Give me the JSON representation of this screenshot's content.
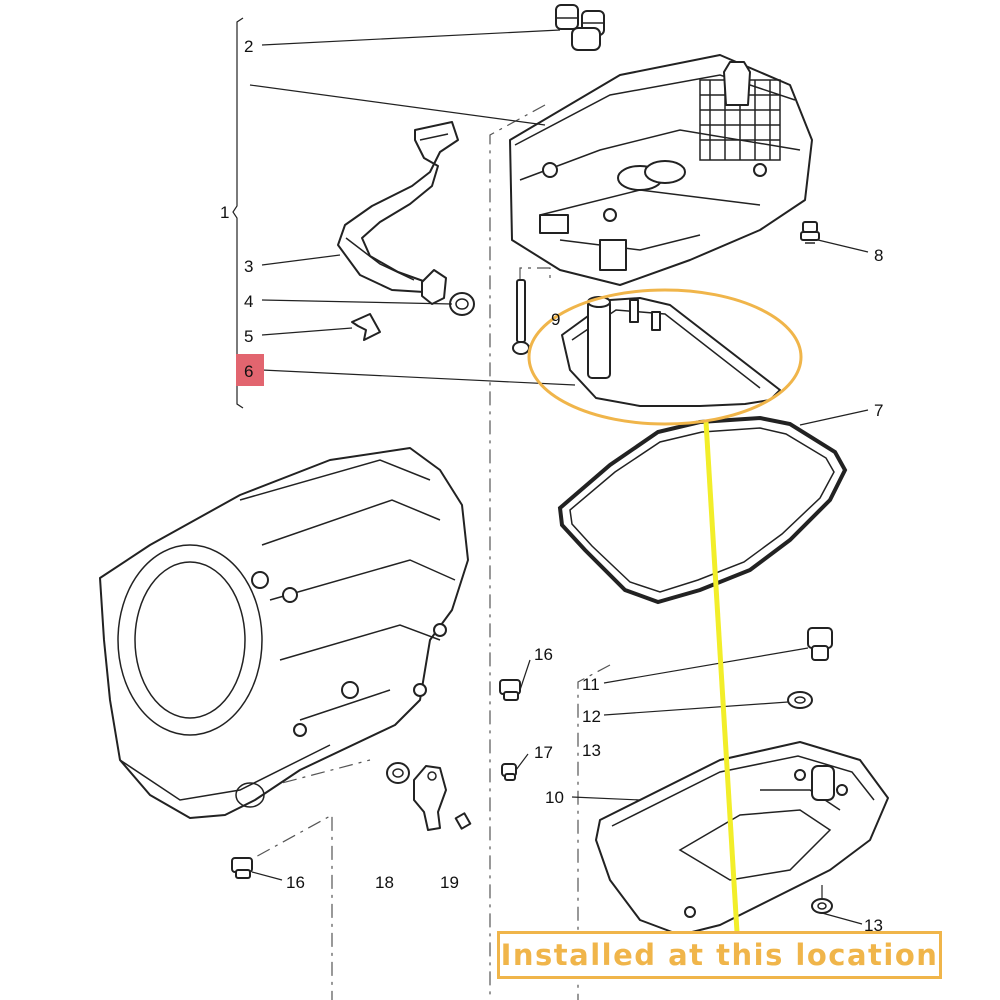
{
  "callouts": [
    {
      "id": "1",
      "text": "1"
    },
    {
      "id": "2",
      "text": "2"
    },
    {
      "id": "3",
      "text": "3"
    },
    {
      "id": "4",
      "text": "4"
    },
    {
      "id": "5",
      "text": "5"
    },
    {
      "id": "6",
      "text": "6"
    },
    {
      "id": "7",
      "text": "7"
    },
    {
      "id": "8",
      "text": "8"
    },
    {
      "id": "9",
      "text": "9"
    },
    {
      "id": "10",
      "text": "10"
    },
    {
      "id": "11",
      "text": "11"
    },
    {
      "id": "12",
      "text": "12"
    },
    {
      "id": "13a",
      "text": "13"
    },
    {
      "id": "13b",
      "text": "13"
    },
    {
      "id": "16a",
      "text": "16"
    },
    {
      "id": "16b",
      "text": "16"
    },
    {
      "id": "17",
      "text": "17"
    },
    {
      "id": "18",
      "text": "18"
    },
    {
      "id": "19",
      "text": "19"
    }
  ],
  "highlight": {
    "callout": "6",
    "color": "#e2656f"
  },
  "annotation": {
    "text": "Installed at this location",
    "color": "#f0b54a",
    "arrow_color": "#f2ee2a"
  }
}
